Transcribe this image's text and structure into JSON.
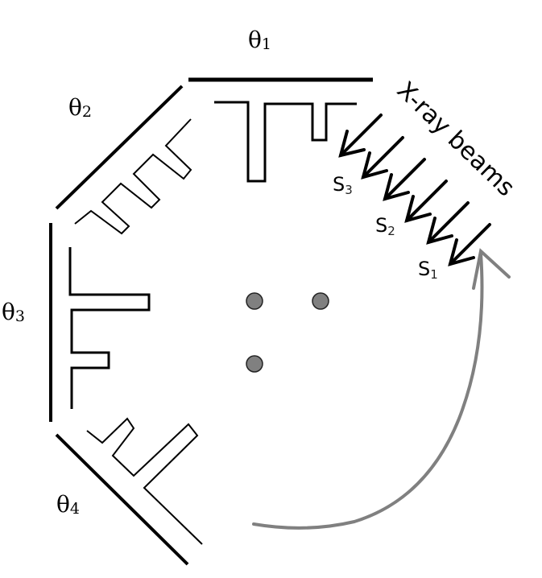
{
  "diagram": {
    "description": "Octagonal arrangement of phase masks / gratings at angles θ1–θ4 around three sample points, with X-ray beams S1–S3 and a rotation arrow",
    "panels": [
      {
        "id": "theta1",
        "label": "θ",
        "subscript": "1",
        "orientation": "horizontal-top"
      },
      {
        "id": "theta2",
        "label": "θ",
        "subscript": "2",
        "orientation": "diagonal-upper-left"
      },
      {
        "id": "theta3",
        "label": "θ",
        "subscript": "3",
        "orientation": "vertical-left"
      },
      {
        "id": "theta4",
        "label": "θ",
        "subscript": "4",
        "orientation": "diagonal-lower-left"
      }
    ],
    "beams": {
      "title": "X-ray beams",
      "arrow_count": 6,
      "sources": [
        {
          "label": "S",
          "subscript": "3"
        },
        {
          "label": "S",
          "subscript": "2"
        },
        {
          "label": "S",
          "subscript": "1"
        }
      ]
    },
    "sample_points": 3,
    "rotation_arrow": {
      "direction": "counter-clockwise",
      "color": "#808080"
    },
    "colors": {
      "line": "#000000",
      "dots": "#808080",
      "arrow": "#808080",
      "background": "#ffffff"
    }
  }
}
